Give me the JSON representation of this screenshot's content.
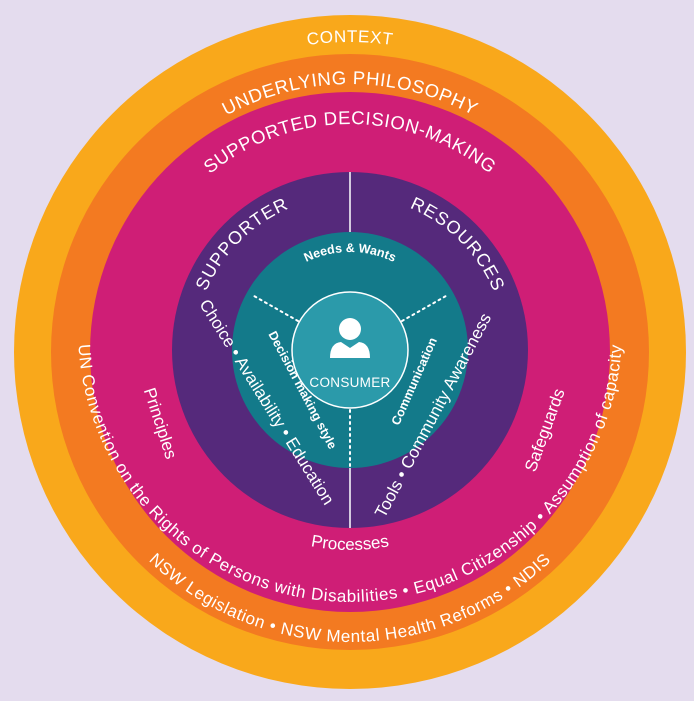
{
  "colors": {
    "background": "#e4dcee",
    "context_ring": "#f9a81b",
    "philosophy_ring": "#f37a21",
    "decision_ring": "#cf1e76",
    "supporter_ring": "#55297b",
    "core_ring": "#137a8a",
    "consumer_circle": "#2b9aaa"
  },
  "rings": {
    "context": {
      "title": "CONTEXT",
      "bottom_text": "NSW Legislation • NSW Mental Health Reforms • NDIS"
    },
    "philosophy": {
      "title": "UNDERLYING PHILOSOPHY",
      "bottom_text": "UN Convention on the Rights of Persons with Disabilities • Equal Citizenship • Assumption of capacity"
    },
    "decision_making": {
      "title": "SUPPORTED DECISION-MAKING",
      "left_text": "Principles",
      "right_text": "Safeguards",
      "bottom_text": "Processes"
    },
    "supporter": {
      "left_title": "SUPPORTER",
      "right_title": "RESOURCES",
      "left_text": "Choice • Availability • Education",
      "right_text": "Tools • Community Awareness"
    },
    "core": {
      "top_text": "Needs & Wants",
      "left_text": "Decision making style",
      "right_text": "Communication"
    }
  },
  "center": {
    "label": "CONSUMER",
    "icon": "person-icon"
  }
}
